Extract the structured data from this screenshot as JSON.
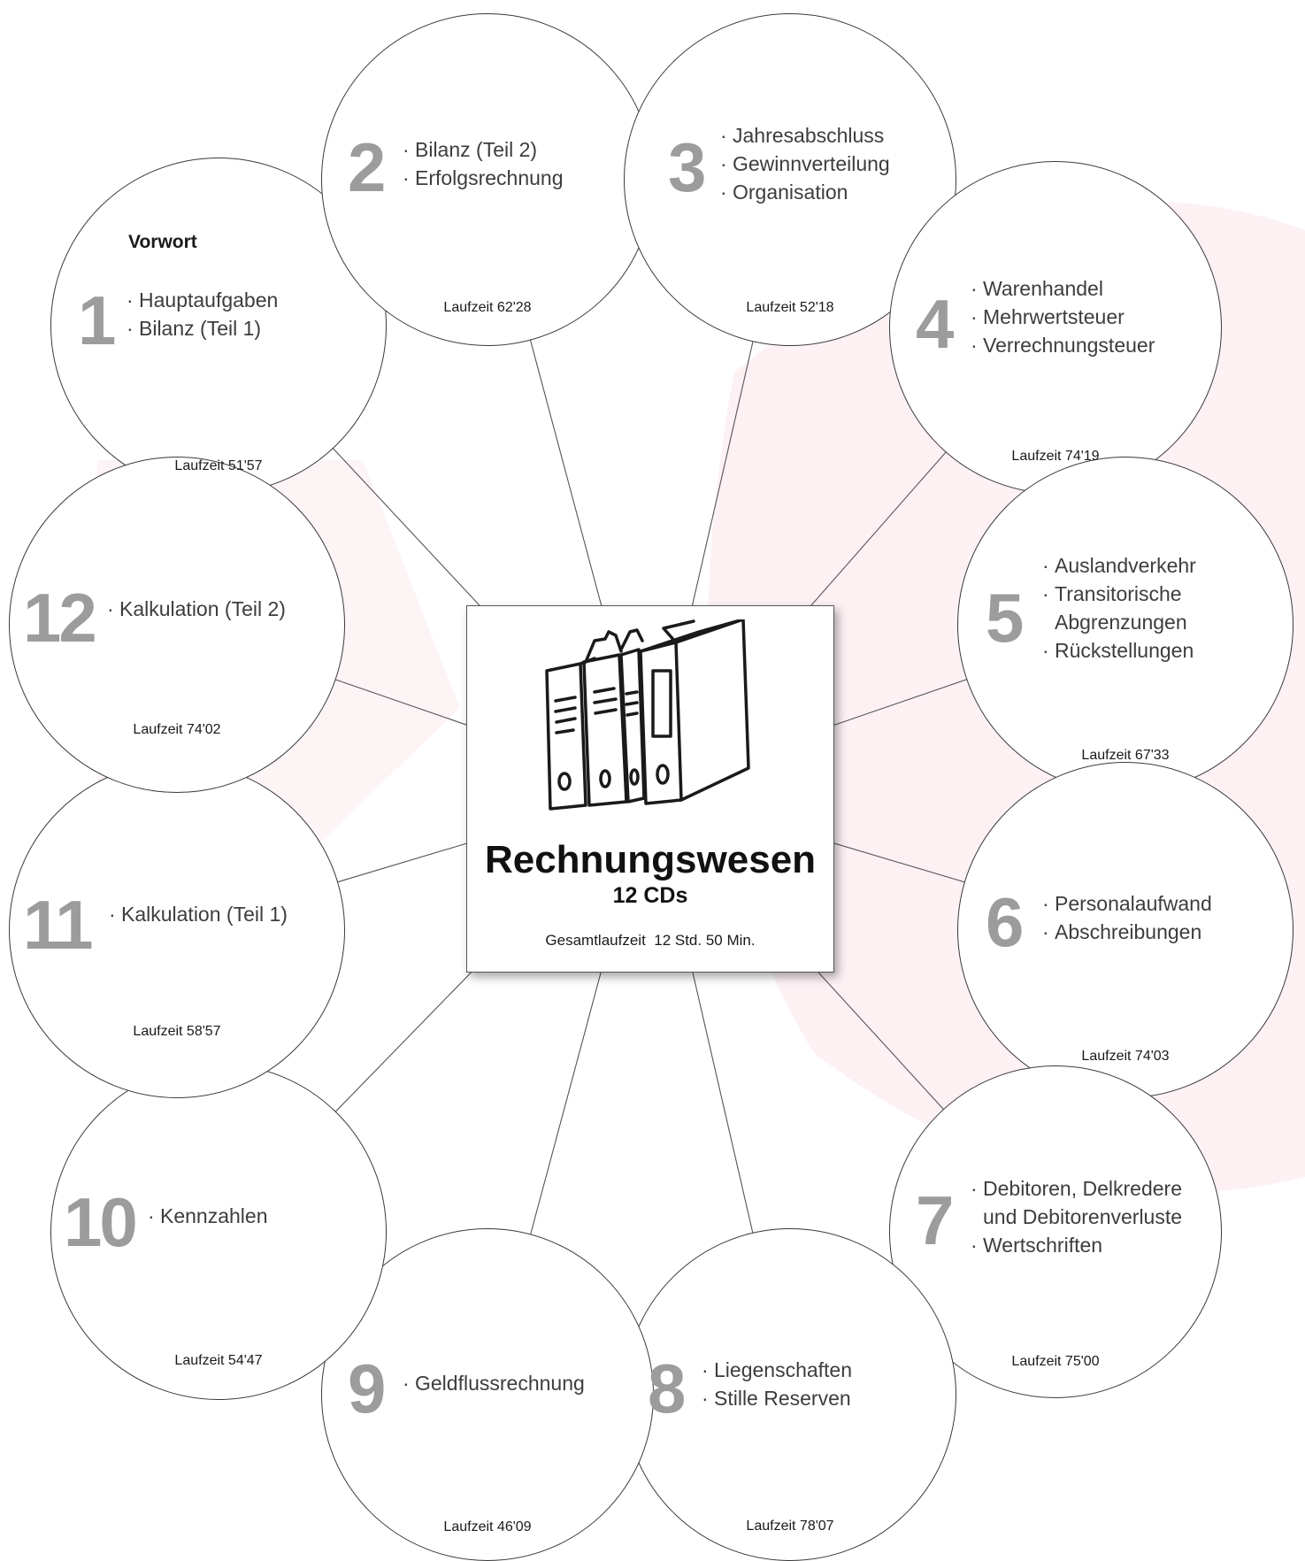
{
  "colors": {
    "outline": "#3a3a3a",
    "number": "#9c9c9c",
    "text": "#3d3d3d",
    "watermark": "#fdf1f4"
  },
  "center": {
    "title": "Rechnungswesen",
    "subtitle": "12 CDs",
    "total": "Gesamtlaufzeit  12 Std. 50 Min.",
    "icon": "binders-icon"
  },
  "cds": [
    {
      "number": "1",
      "intro": "Vorwort",
      "items": [
        "Hauptaufgaben",
        "Bilanz (Teil 1)"
      ],
      "runtime": "Laufzeit 51'57"
    },
    {
      "number": "2",
      "items": [
        "Bilanz (Teil 2)",
        "Erfolgsrechnung"
      ],
      "runtime": "Laufzeit 62'28"
    },
    {
      "number": "3",
      "items": [
        "Jahresabschluss",
        "Gewinnverteilung",
        "Organisation"
      ],
      "runtime": "Laufzeit 52'18"
    },
    {
      "number": "4",
      "items": [
        "Warenhandel",
        "Mehrwertsteuer",
        "Verrechnungsteuer"
      ],
      "runtime": "Laufzeit 74'19"
    },
    {
      "number": "5",
      "items": [
        "Auslandverkehr",
        "Transitorische",
        "Abgrenzungen",
        "Rückstellungen"
      ],
      "runtime": "Laufzeit 67'33"
    },
    {
      "number": "6",
      "items": [
        "Personalaufwand",
        "Abschreibungen"
      ],
      "runtime": "Laufzeit 74'03"
    },
    {
      "number": "7",
      "items": [
        "Debitoren, Delkredere",
        "und Debitorenverluste",
        "Wertschriften"
      ],
      "runtime": "Laufzeit 75'00"
    },
    {
      "number": "8",
      "items": [
        "Liegenschaften",
        "Stille Reserven"
      ],
      "runtime": "Laufzeit 78'07"
    },
    {
      "number": "9",
      "items": [
        "Geldflussrechnung"
      ],
      "runtime": "Laufzeit 46'09"
    },
    {
      "number": "10",
      "items": [
        "Kennzahlen"
      ],
      "runtime": "Laufzeit 54'47"
    },
    {
      "number": "11",
      "items": [
        "Kalkulation (Teil 1)"
      ],
      "runtime": "Laufzeit 58'57"
    },
    {
      "number": "12",
      "items": [
        "Kalkulation (Teil 2)"
      ],
      "runtime": "Laufzeit 74'02"
    }
  ]
}
